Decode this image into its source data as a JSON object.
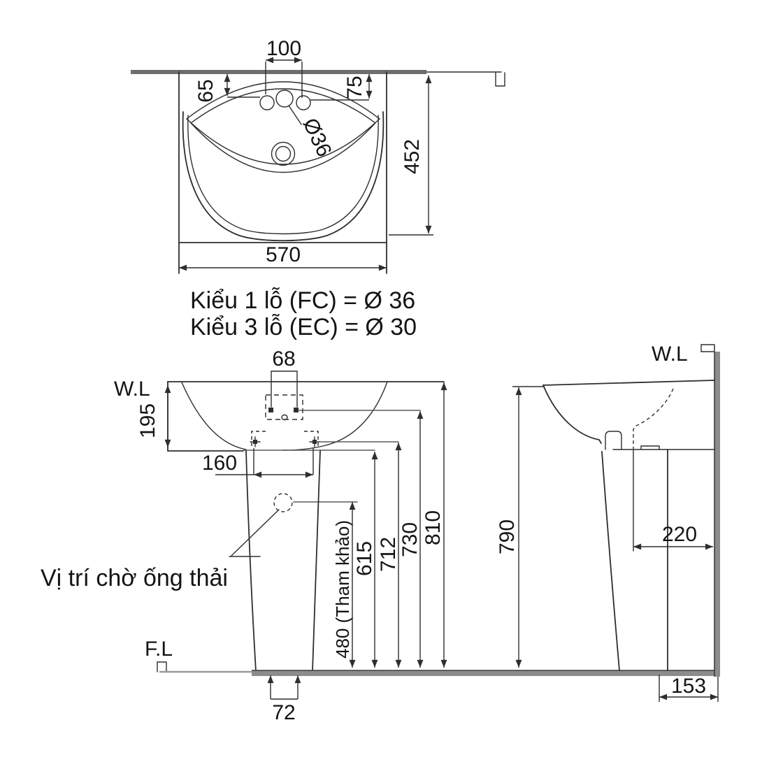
{
  "top_view": {
    "hole_spacing": "100",
    "left_hole_to_wall": "65",
    "right_hole_to_wall": "75",
    "faucet_hole_dia": "Ø36",
    "depth": "452",
    "width": "570"
  },
  "notes": {
    "hole_type_1": "Kiểu 1 lỗ (FC) = Ø 36",
    "hole_type_2": "Kiểu 3 lỗ (EC) = Ø 30",
    "drain_wait_position": "Vị trí chờ ống thải"
  },
  "levels": {
    "wall_line_front": "W.L",
    "wall_line_side": "W.L",
    "floor_line": "F.L"
  },
  "front_view": {
    "faucet_hole_width": "68",
    "rim_to_shelf": "195",
    "bolt_spacing": "160",
    "drain_ref_height": "480 (Tham khảo)",
    "shelf_height": "615",
    "bolt_height": "712",
    "fix_hole_height": "730",
    "rim_height": "810",
    "base_drain_width": "72"
  },
  "side_view": {
    "rim_height": "790",
    "drain_to_wall": "220",
    "pedestal_to_wall": "153"
  }
}
